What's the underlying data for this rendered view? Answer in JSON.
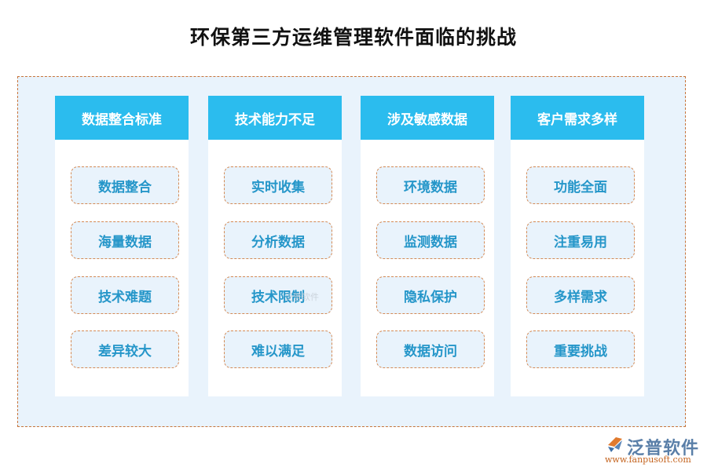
{
  "title": "环保第三方运维管理软件面临的挑战",
  "columns": [
    {
      "header": "数据整合标准",
      "items": [
        "数据整合",
        "海量数据",
        "技术难题",
        "差异较大"
      ]
    },
    {
      "header": "技术能力不足",
      "items": [
        "实时收集",
        "分析数据",
        "技术限制",
        "难以满足"
      ]
    },
    {
      "header": "涉及敏感数据",
      "items": [
        "环境数据",
        "监测数据",
        "隐私保护",
        "数据访问"
      ]
    },
    {
      "header": "客户需求多样",
      "items": [
        "功能全面",
        "注重易用",
        "多样需求",
        "重要挑战"
      ]
    }
  ],
  "watermark": "泛普软件",
  "logo": {
    "name": "泛普软件",
    "url": "www.fanpusoft.com"
  },
  "colors": {
    "header_bg": "#2bbcee",
    "item_text": "#2596c9",
    "dash": "#d48a55",
    "frame_bg": "#e9f3fc"
  }
}
